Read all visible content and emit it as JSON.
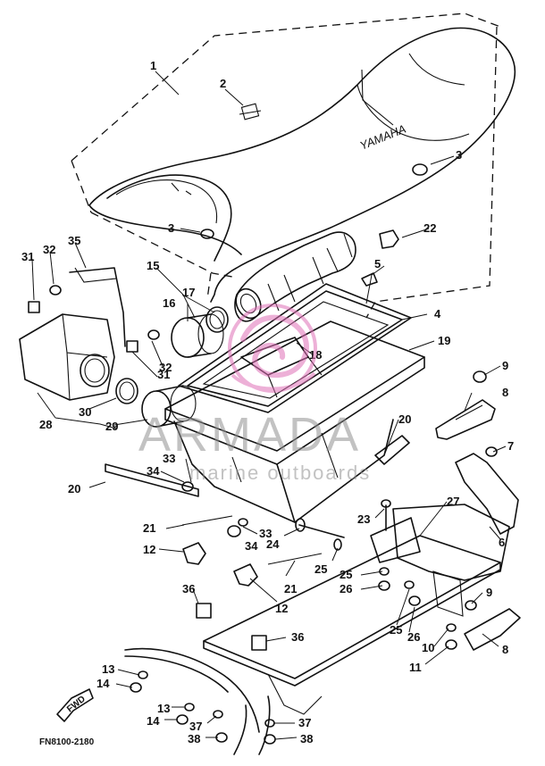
{
  "diagram": {
    "code": "FN8100-2180",
    "seat_brand": "YAMAHA",
    "fwd_label": "FWD",
    "watermark": {
      "title": "ARMADA",
      "subtitle": "marine outboards"
    },
    "callouts": [
      {
        "label": "1"
      },
      {
        "label": "2"
      },
      {
        "label": "3"
      },
      {
        "label": "3"
      },
      {
        "label": "22"
      },
      {
        "label": "5"
      },
      {
        "label": "4"
      },
      {
        "label": "19"
      },
      {
        "label": "18"
      },
      {
        "label": "31"
      },
      {
        "label": "32"
      },
      {
        "label": "35"
      },
      {
        "label": "15"
      },
      {
        "label": "17"
      },
      {
        "label": "16"
      },
      {
        "label": "32"
      },
      {
        "label": "31"
      },
      {
        "label": "30"
      },
      {
        "label": "28"
      },
      {
        "label": "29"
      },
      {
        "label": "9"
      },
      {
        "label": "8"
      },
      {
        "label": "20"
      },
      {
        "label": "7"
      },
      {
        "label": "33"
      },
      {
        "label": "34"
      },
      {
        "label": "20"
      },
      {
        "label": "27"
      },
      {
        "label": "21"
      },
      {
        "label": "33"
      },
      {
        "label": "34"
      },
      {
        "label": "23"
      },
      {
        "label": "24"
      },
      {
        "label": "6"
      },
      {
        "label": "12"
      },
      {
        "label": "21"
      },
      {
        "label": "25"
      },
      {
        "label": "25"
      },
      {
        "label": "26"
      },
      {
        "label": "12"
      },
      {
        "label": "36"
      },
      {
        "label": "9"
      },
      {
        "label": "25"
      },
      {
        "label": "26"
      },
      {
        "label": "36"
      },
      {
        "label": "10"
      },
      {
        "label": "8"
      },
      {
        "label": "11"
      },
      {
        "label": "13"
      },
      {
        "label": "14"
      },
      {
        "label": "13"
      },
      {
        "label": "14"
      },
      {
        "label": "37"
      },
      {
        "label": "38"
      },
      {
        "label": "37"
      },
      {
        "label": "38"
      }
    ]
  }
}
